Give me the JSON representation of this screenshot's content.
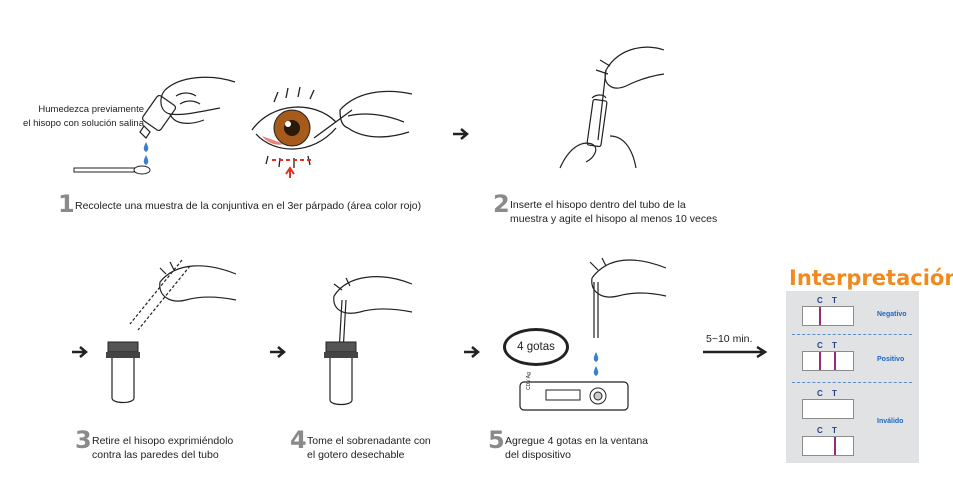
{
  "hint": {
    "line1": "Humedezca previamente",
    "line2": "el hisopo con solución salina"
  },
  "steps": [
    {
      "num": "1",
      "text1": "Recolecte una muestra de la conjuntiva en el 3er párpado (área color rojo)",
      "text2": ""
    },
    {
      "num": "2",
      "text1": "Inserte el hisopo dentro del tubo de la",
      "text2": "muestra y agite el hisopo al menos 10 veces"
    },
    {
      "num": "3",
      "text1": "Retire el hisopo exprimiéndolo",
      "text2": "contra las paredes del tubo"
    },
    {
      "num": "4",
      "text1": "Tome el sobrenadante con",
      "text2": "el gotero desechable"
    },
    {
      "num": "5",
      "text1": "Agregue 4 gotas en la ventana",
      "text2": "del dispositivo"
    }
  ],
  "drops_label": "4 gotas",
  "time_label": "5~10 min.",
  "device_label": "CDV Ag",
  "interpretation": {
    "title": "Interpretación",
    "c_label": "C",
    "t_label": "T",
    "results": [
      "Negativo",
      "Positivo",
      "Inválido"
    ]
  },
  "colors": {
    "accent": "#f08a1c",
    "line": "#9b2b78",
    "result_text": "#1c67c4",
    "panel": "#e1e2e4",
    "eye_red": "#e0301e"
  }
}
